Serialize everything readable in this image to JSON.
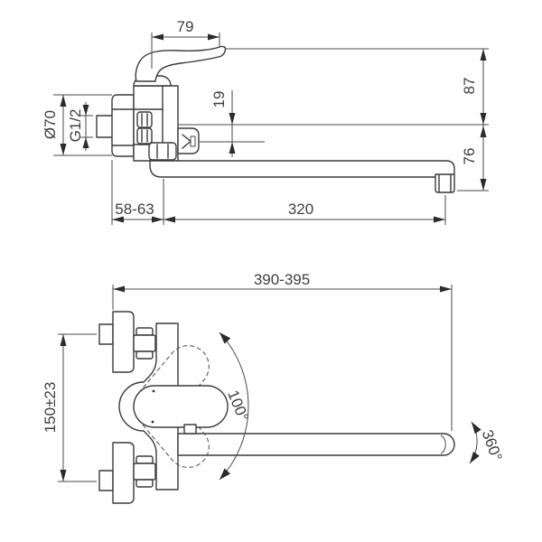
{
  "drawing": {
    "type": "technical-dimension-drawing",
    "subject": "wall-mounted single lever mixer with long swivel spout",
    "units": "mm",
    "line_color": "#3a3a3a",
    "background": "#ffffff"
  },
  "top_view": {
    "handle_length": "79",
    "handle_height_above_axis": "87",
    "outlet_offset": "19",
    "spout_drop": "76",
    "escutcheon_diameter": "Ø70",
    "thread_size": "G1/2",
    "wall_distance": "58-63",
    "spout_reach": "320"
  },
  "bottom_view": {
    "overall_width": "390-395",
    "inlet_center_distance": "150±23",
    "handle_swing_angle": "100°",
    "spout_swivel_angle": "360°"
  }
}
